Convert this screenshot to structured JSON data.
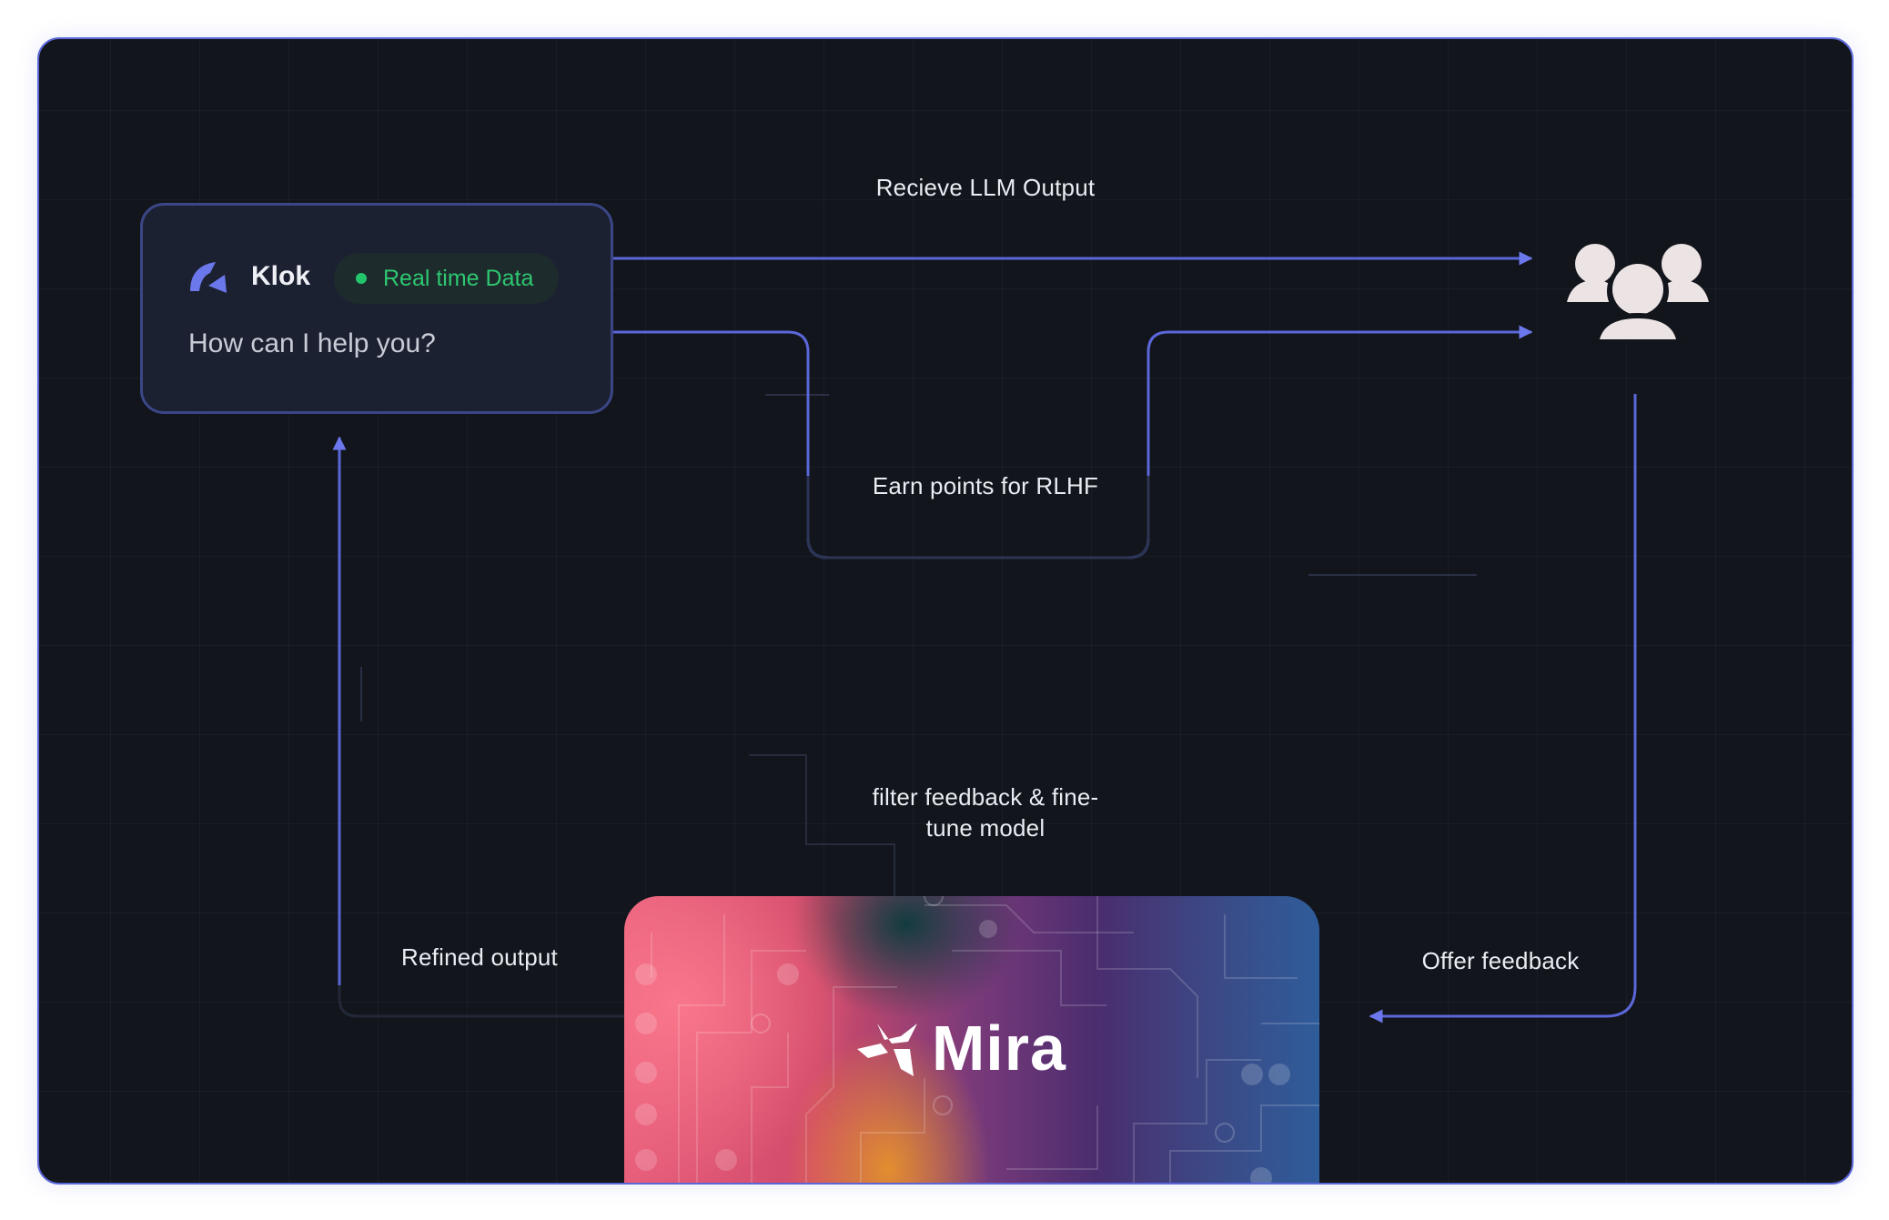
{
  "klok_card": {
    "brand": "Klok",
    "status": "Real time Data",
    "prompt": "How can I help you?"
  },
  "edges": {
    "receive_output": "Recieve LLM Output",
    "earn_points": "Earn points for RLHF",
    "filter_feedback": "filter feedback & fine-tune model",
    "refined_output": "Refined output",
    "offer_feedback": "Offer feedback"
  },
  "users_node": {
    "icon": "users-group-icon"
  },
  "mira_card": {
    "brand": "Mira",
    "icon": "mira-logo-icon"
  },
  "colors": {
    "background": "#12151b",
    "accent": "#5b67d8",
    "status_green": "#2ec771",
    "text": "#e9ecf2"
  }
}
